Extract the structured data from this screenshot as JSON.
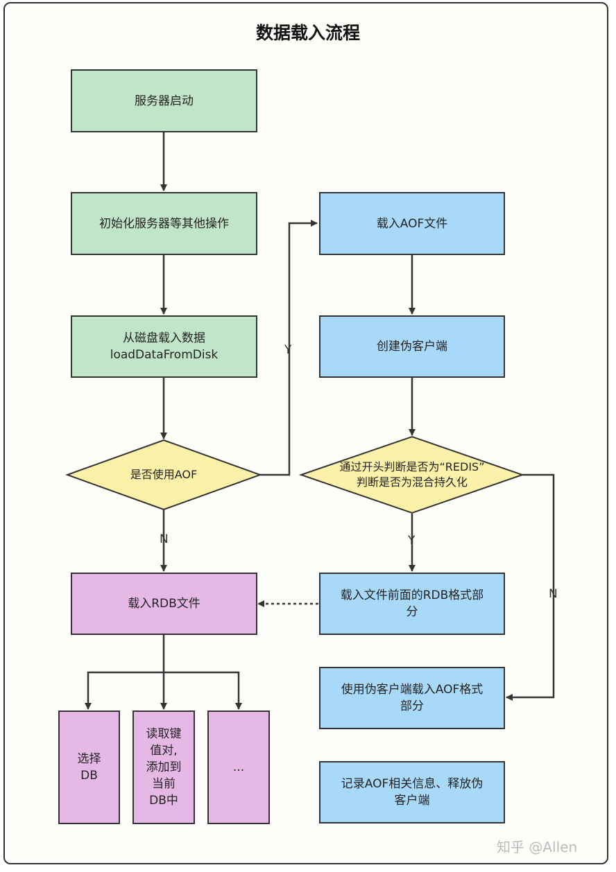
{
  "title": "数据载入流程",
  "nodes": {
    "server_start": "服务器启动",
    "init_server": "初始化服务器等其他操作",
    "load_from_disk_line1": "从磁盘载入数据",
    "load_from_disk_line2": "loadDataFromDisk",
    "use_aof": "是否使用AOF",
    "load_rdb": "载入RDB文件",
    "select_db_line1": "选择",
    "select_db_line2": "DB",
    "read_kv_line1": "读取键",
    "read_kv_line2": "值对,",
    "read_kv_line3": "添加到",
    "read_kv_line4": "当前",
    "read_kv_line5": "DB中",
    "ellipsis": "...",
    "load_aof": "载入AOF文件",
    "create_fake_client": "创建伪客户端",
    "check_redis_line1": "通过开头判断是否为“REDIS”",
    "check_redis_line2": "判断是否为混合持久化",
    "load_rdb_part_line1": "载入文件前面的RDB格式部",
    "load_rdb_part_line2": "分",
    "load_aof_part_line1": "使用伪客户端载入AOF格式",
    "load_aof_part_line2": "部分",
    "record_info_line1": "记录AOF相关信息、释放伪",
    "record_info_line2": "客户端"
  },
  "edge_labels": {
    "use_aof_yes": "Y",
    "use_aof_no": "N",
    "redis_yes": "Y",
    "redis_no": "N"
  },
  "colors": {
    "green": "#c1e5c8",
    "blue": "#a8d9f9",
    "pink": "#e6b8e6",
    "decision": "#fcf1a9",
    "stroke": "#333333"
  },
  "watermark": "知乎 @Allen"
}
